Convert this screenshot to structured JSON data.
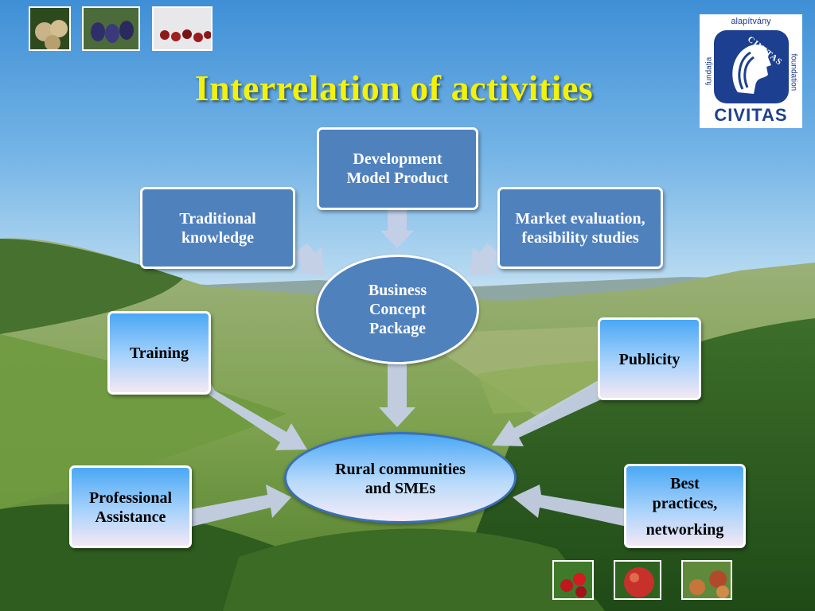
{
  "title": "Interrelation of activities",
  "logo": {
    "top": "alapítvány",
    "left": "fundaţia",
    "right": "foundation",
    "emblem": "CIVITAS",
    "bottom": "CIVITAS"
  },
  "nodes": {
    "development": [
      "Development",
      "Model Product"
    ],
    "traditional": [
      "Traditional",
      "knowledge"
    ],
    "market": [
      "Market evaluation,",
      "feasibility studies"
    ],
    "business": [
      "Business",
      "Concept",
      "Package"
    ],
    "training": [
      "Training"
    ],
    "publicity": [
      "Publicity"
    ],
    "rural": [
      "Rural communities",
      "and SMEs"
    ],
    "professional": [
      "Professional",
      "Assistance"
    ],
    "best": [
      "Best",
      "practices,",
      "networking"
    ]
  },
  "colors": {
    "title": "#f2f20a",
    "box_dark": "#4f81bd",
    "arrow": "#c5d0e6"
  },
  "icons": [
    "fruit-photo-plums",
    "fruit-photo-prunes",
    "fruit-photo-cherries",
    "fruit-photo-cherries",
    "fruit-photo-apple",
    "fruit-photo-apples"
  ]
}
